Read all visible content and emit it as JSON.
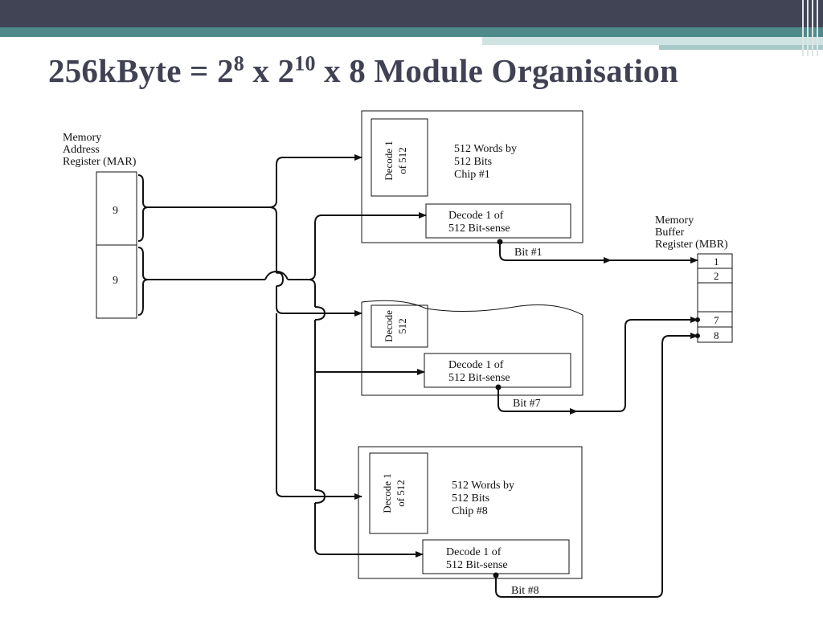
{
  "title": {
    "prefix": "256kByte = 2",
    "exp1": "8",
    "mid": " x 2",
    "exp2": "10",
    "suffix": " x 8 Module Organisation"
  },
  "mar": {
    "label_lines": [
      "Memory",
      "Address",
      "Register (MAR)"
    ],
    "field1": "9",
    "field2": "9"
  },
  "mbr": {
    "label_lines": [
      "Memory",
      "Buffer",
      "Register (MBR)"
    ],
    "cells": [
      "1",
      "2",
      "7",
      "8"
    ]
  },
  "chips": [
    {
      "row_decoder_lines": [
        "Decode 1",
        "of 512"
      ],
      "desc_lines": [
        "512 Words by",
        "512 Bits",
        "Chip #1"
      ],
      "sense_lines": [
        "Decode 1 of",
        "512 Bit-sense"
      ],
      "bit_label": "Bit #1"
    },
    {
      "row_decoder_lines": [
        "Decode",
        "512"
      ],
      "desc_lines": [],
      "sense_lines": [
        "Decode 1 of",
        "512 Bit-sense"
      ],
      "bit_label": "Bit #7"
    },
    {
      "row_decoder_lines": [
        "Decode 1",
        "of 512"
      ],
      "desc_lines": [
        "512 Words by",
        "512 Bits",
        "Chip #8"
      ],
      "sense_lines": [
        "Decode 1 of",
        "512 Bit-sense"
      ],
      "bit_label": "Bit #8"
    }
  ],
  "colors": {
    "header": "#414455",
    "teal": "#4f8a8b",
    "title": "#404254"
  }
}
